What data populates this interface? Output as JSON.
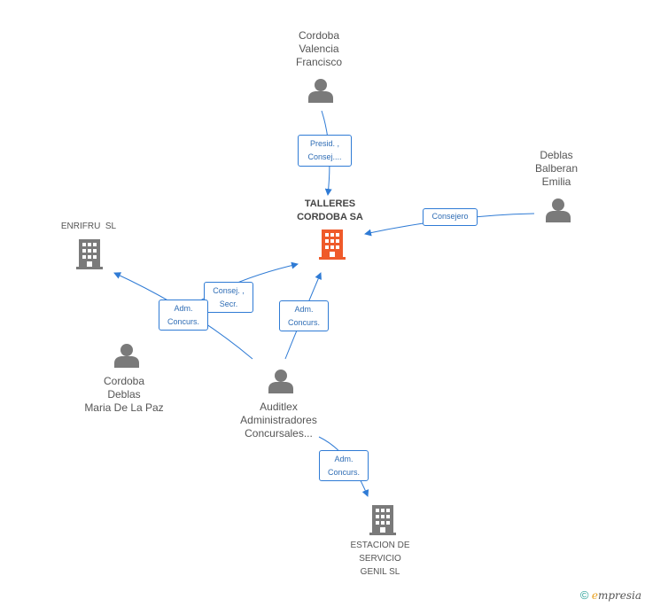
{
  "colors": {
    "edge": "#2f7bd5",
    "person": "#7a7a7a",
    "company": "#7a7a7a",
    "main_company": "#ef5a2a",
    "label": "#555555"
  },
  "nodes": {
    "main": {
      "line1": "TALLERES",
      "line2": "CORDOBA SA",
      "icon": "building-icon"
    },
    "cordoba_valencia": {
      "line1": "Cordoba",
      "line2": "Valencia",
      "line3": "Francisco",
      "icon": "person-icon"
    },
    "deblas_balberan": {
      "line1": "Deblas",
      "line2": "Balberan",
      "line3": "Emilia",
      "icon": "person-icon"
    },
    "enrifru": {
      "line1": "ENRIFRU  SL",
      "icon": "building-icon"
    },
    "cordoba_deblas": {
      "line1": "Cordoba",
      "line2": "Deblas",
      "line3": "Maria De La Paz",
      "icon": "person-icon"
    },
    "auditlex": {
      "line1": "Auditlex",
      "line2": "Administradores",
      "line3": "Concursales...",
      "icon": "person-icon"
    },
    "estacion": {
      "line1": "ESTACION DE",
      "line2": "SERVICIO",
      "line3": "GENIL SL",
      "icon": "building-icon"
    }
  },
  "edges": {
    "presid": {
      "line1": "Presid. ,",
      "line2": "Consej...."
    },
    "consejero": {
      "line1": "Consejero"
    },
    "consej_secr": {
      "line1": "Consej. ,",
      "line2": "Secr."
    },
    "adm_enrifru": {
      "line1": "Adm.",
      "line2": "Concurs."
    },
    "adm_main": {
      "line1": "Adm.",
      "line2": "Concurs."
    },
    "adm_estacion": {
      "line1": "Adm.",
      "line2": "Concurs."
    }
  },
  "brand": {
    "copyright": "©",
    "e": "e",
    "rest": "mpresia"
  }
}
